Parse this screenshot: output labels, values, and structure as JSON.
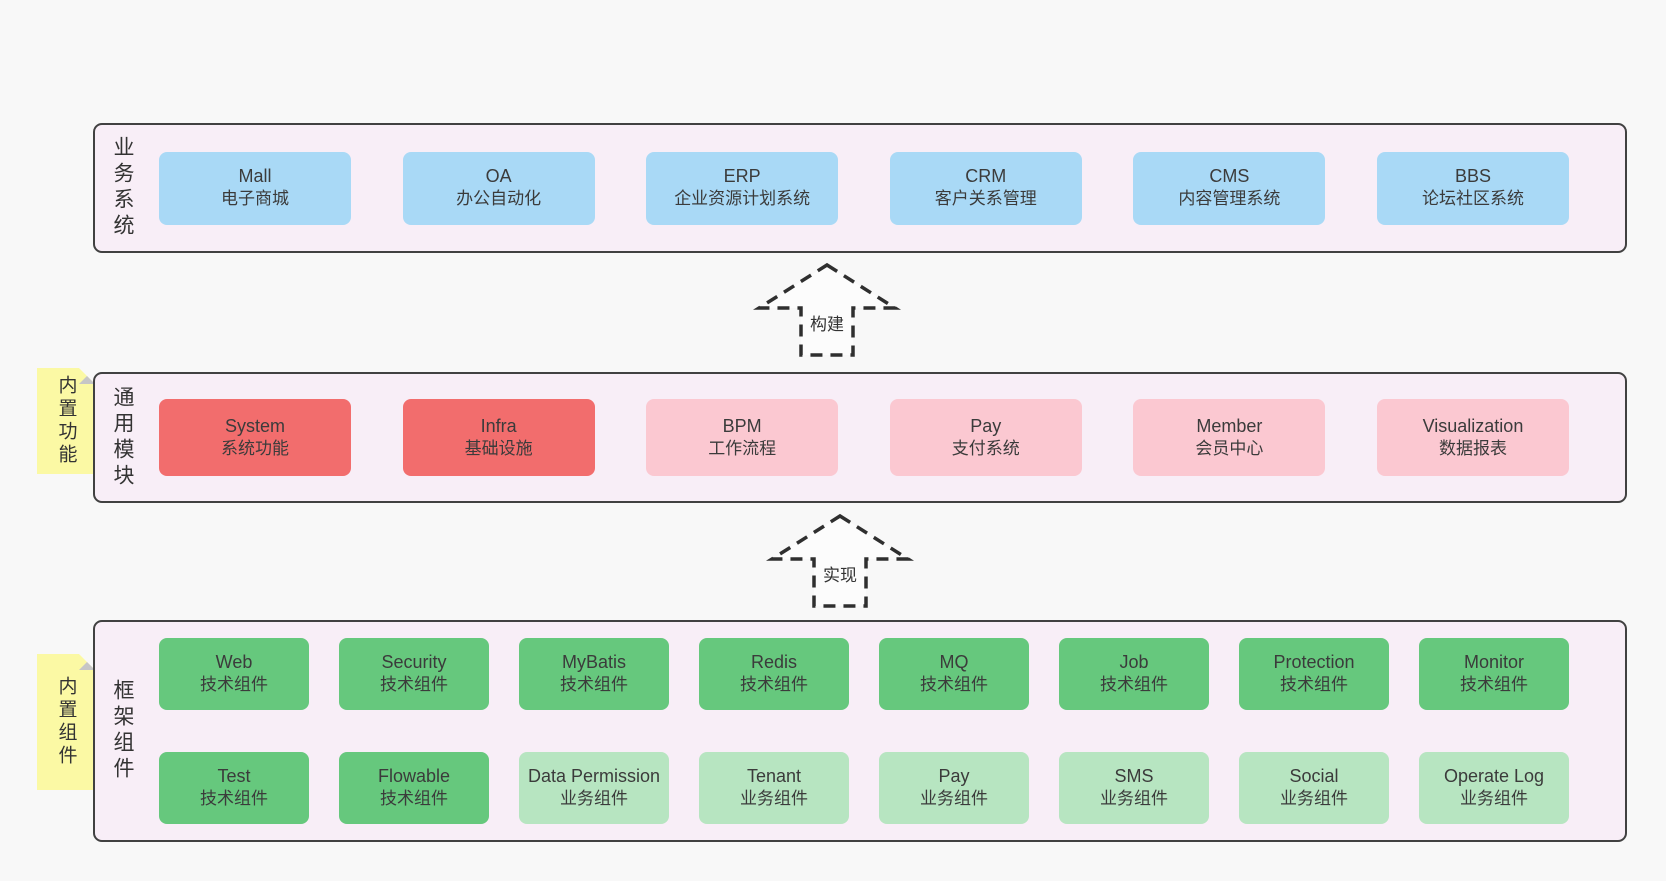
{
  "colors": {
    "blue": "#a9d9f6",
    "red": "#f26d6d",
    "pink": "#fbc8d1",
    "green": "#66c87d",
    "green_light": "#b7e5c1",
    "band_bg": "#f8eef7",
    "note_bg": "#fbf9a4",
    "border": "#414141",
    "text": "#3b3b3b"
  },
  "arrows": [
    {
      "label": "构建"
    },
    {
      "label": "实现"
    }
  ],
  "bands": [
    {
      "label": "业务系统",
      "note": null,
      "rows": [
        [
          {
            "en": "Mall",
            "zh": "电子商城",
            "variant": "blue"
          },
          {
            "en": "OA",
            "zh": "办公自动化",
            "variant": "blue"
          },
          {
            "en": "ERP",
            "zh": "企业资源计划系统",
            "variant": "blue"
          },
          {
            "en": "CRM",
            "zh": "客户关系管理",
            "variant": "blue"
          },
          {
            "en": "CMS",
            "zh": "内容管理系统",
            "variant": "blue"
          },
          {
            "en": "BBS",
            "zh": "论坛社区系统",
            "variant": "blue"
          }
        ]
      ]
    },
    {
      "label": "通用模块",
      "note": "内置功能",
      "rows": [
        [
          {
            "en": "System",
            "zh": "系统功能",
            "variant": "red"
          },
          {
            "en": "Infra",
            "zh": "基础设施",
            "variant": "red"
          },
          {
            "en": "BPM",
            "zh": "工作流程",
            "variant": "pink"
          },
          {
            "en": "Pay",
            "zh": "支付系统",
            "variant": "pink"
          },
          {
            "en": "Member",
            "zh": "会员中心",
            "variant": "pink"
          },
          {
            "en": "Visualization",
            "zh": "数据报表",
            "variant": "pink"
          }
        ]
      ]
    },
    {
      "label": "框架组件",
      "note": "内置组件",
      "rows": [
        [
          {
            "en": "Web",
            "zh": "技术组件",
            "variant": "green"
          },
          {
            "en": "Security",
            "zh": "技术组件",
            "variant": "green"
          },
          {
            "en": "MyBatis",
            "zh": "技术组件",
            "variant": "green"
          },
          {
            "en": "Redis",
            "zh": "技术组件",
            "variant": "green"
          },
          {
            "en": "MQ",
            "zh": "技术组件",
            "variant": "green"
          },
          {
            "en": "Job",
            "zh": "技术组件",
            "variant": "green"
          },
          {
            "en": "Protection",
            "zh": "技术组件",
            "variant": "green"
          },
          {
            "en": "Monitor",
            "zh": "技术组件",
            "variant": "green"
          }
        ],
        [
          {
            "en": "Test",
            "zh": "技术组件",
            "variant": "green"
          },
          {
            "en": "Flowable",
            "zh": "技术组件",
            "variant": "green"
          },
          {
            "en": "Data Permission",
            "zh": "业务组件",
            "variant": "green_light"
          },
          {
            "en": "Tenant",
            "zh": "业务组件",
            "variant": "green_light"
          },
          {
            "en": "Pay",
            "zh": "业务组件",
            "variant": "green_light"
          },
          {
            "en": "SMS",
            "zh": "业务组件",
            "variant": "green_light"
          },
          {
            "en": "Social",
            "zh": "业务组件",
            "variant": "green_light"
          },
          {
            "en": "Operate Log",
            "zh": "业务组件",
            "variant": "green_light"
          }
        ]
      ]
    }
  ]
}
